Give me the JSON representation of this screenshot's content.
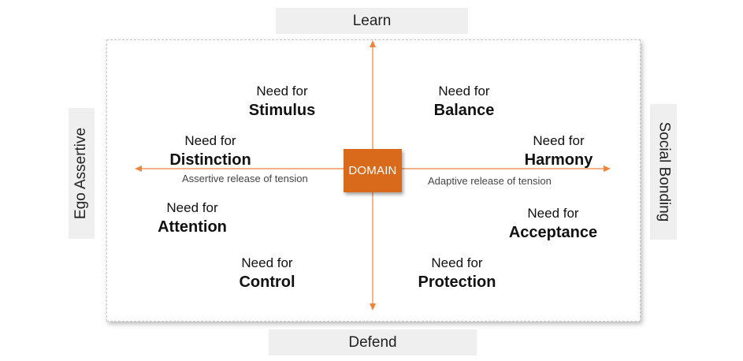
{
  "axes": {
    "top": "Learn",
    "bottom": "Defend",
    "left": "Ego Assertive",
    "right": "Social Bonding"
  },
  "center": "DOMAIN",
  "tension": {
    "left": "Assertive release of tension",
    "right": "Adaptive release of tension"
  },
  "needs": [
    {
      "prefix": "Need for",
      "name": "Stimulus"
    },
    {
      "prefix": "Need for",
      "name": "Balance"
    },
    {
      "prefix": "Need for",
      "name": "Distinction"
    },
    {
      "prefix": "Need for",
      "name": "Harmony"
    },
    {
      "prefix": "Need for",
      "name": "Attention"
    },
    {
      "prefix": "Need for",
      "name": "Acceptance"
    },
    {
      "prefix": "Need for",
      "name": "Control"
    },
    {
      "prefix": "Need for",
      "name": "Protection"
    }
  ],
  "colors": {
    "accent": "#d96a1c",
    "arrow": "#f0843a",
    "label_bg": "#efefef"
  }
}
